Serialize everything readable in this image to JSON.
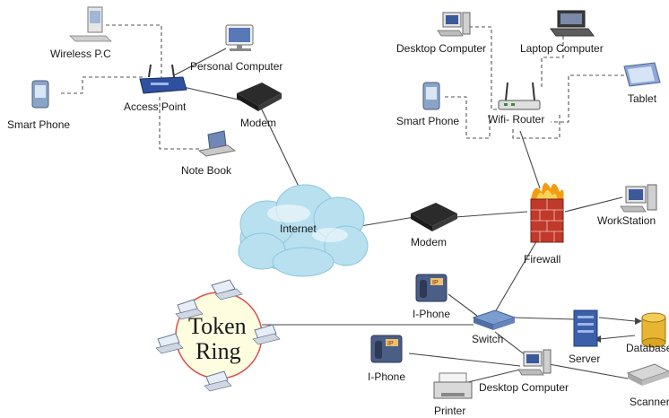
{
  "labels": {
    "wireless_pc": "Wireless P.C",
    "personal_computer": "Personal Computer",
    "smart_phone_left": "Smart Phone",
    "access_point": "Access Point",
    "modem_top": "Modem",
    "note_book": "Note Book",
    "desktop_computer_top": "Desktop Computer",
    "laptop_computer": "Laptop Computer",
    "smart_phone_right": "Smart Phone",
    "wifi_router": "Wifi- Router",
    "tablet": "Tablet",
    "internet": "Internet",
    "modem_middle": "Modem",
    "firewall": "Firewall",
    "workstation": "WorkStation",
    "token": "Token",
    "ring": "Ring",
    "iphone_top": "I-Phone",
    "switch": "Switch",
    "server": "Server",
    "database": "Database",
    "iphone_bottom": "I-Phone",
    "desktop_computer_bottom": "Desktop Computer",
    "printer": "Printer",
    "scanner": "Scanner",
    "ip_badge": "IP"
  },
  "colors": {
    "cloud": "#b8e0ef",
    "firewall_brick": "#c0392b",
    "firewall_flame": "#f39c12",
    "token_ring_fill": "#fffde0",
    "token_ring_border": "#d9534f",
    "access_point_blue": "#2f4f9f",
    "device_dark": "#2b2b2b",
    "server_blue": "#3b5fa8",
    "database_gold": "#e7b532"
  },
  "icons": {
    "wireless_pc": "desktop-pc-icon",
    "personal_computer": "monitor-icon",
    "smart_phone": "pda-phone-icon",
    "access_point": "wireless-access-point-icon",
    "modem": "modem-icon",
    "note_book": "laptop-icon",
    "firewall": "firewall-icon",
    "cloud": "cloud-icon",
    "switch": "switch-icon",
    "server": "server-icon",
    "database": "database-icon",
    "printer": "printer-icon",
    "scanner": "scanner-icon",
    "ip_phone": "ip-phone-icon",
    "tablet": "tablet-icon",
    "wifi_router": "wifi-router-icon"
  }
}
